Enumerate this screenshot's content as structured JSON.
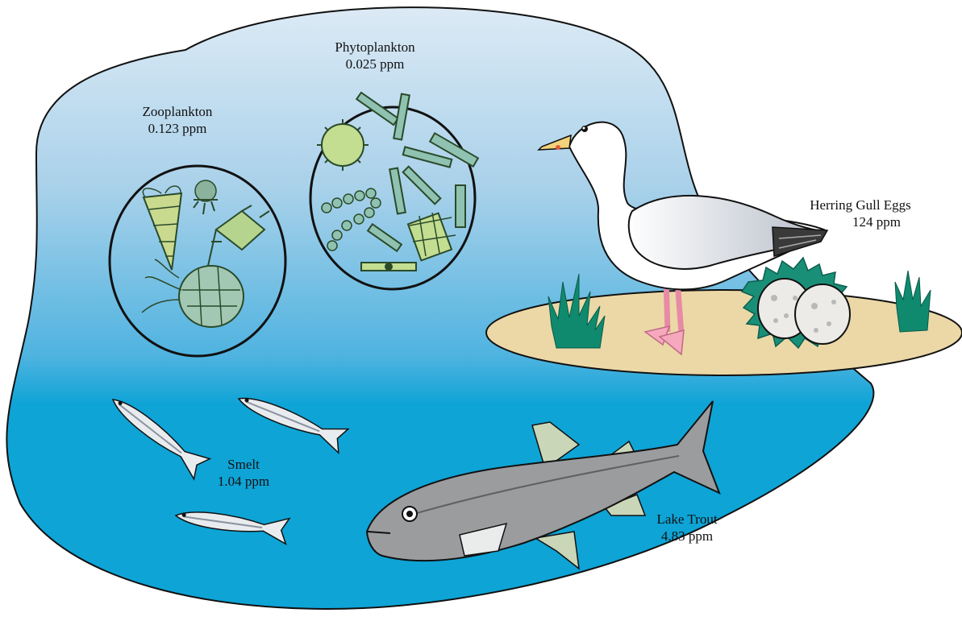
{
  "labels": {
    "phytoplankton": {
      "name": "Phytoplankton",
      "value": "0.025 ppm"
    },
    "zooplankton": {
      "name": "Zooplankton",
      "value": "0.123 ppm"
    },
    "gull_eggs": {
      "name": "Herring Gull Eggs",
      "value": "124 ppm"
    },
    "smelt": {
      "name": "Smelt",
      "value": "1.04 ppm"
    },
    "lake_trout": {
      "name": "Lake Trout",
      "value": "4.83 ppm"
    }
  },
  "colors": {
    "water_light": "#d4e8f5",
    "water_mid": "#79bde0",
    "water_deep": "#0ea4d6",
    "island": "#ebd8a6",
    "trout": "#9b9c9e",
    "fin": "#c9d7b8",
    "gull_pink": "#f6a9bd",
    "beak": "#f2d27a",
    "grass": "#0f8a6f",
    "plankton": "#b9d48f"
  },
  "icons": [
    "zooplankton-circle",
    "phytoplankton-circle",
    "herring-gull",
    "gull-eggs",
    "smelt-fish",
    "lake-trout",
    "grass-tuft"
  ]
}
